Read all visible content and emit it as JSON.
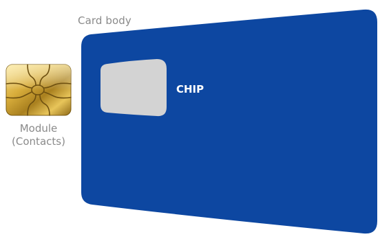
{
  "labels": {
    "card_body": "Card body",
    "module_line1": "Module",
    "module_line2": "(Contacts)",
    "chip": "CHIP"
  },
  "colors": {
    "card_body": "#0d47a1",
    "chip_area": "#d3d3d3",
    "module_gold": "#c9a233",
    "label_gray": "#8a8a8a"
  },
  "icons": {
    "module": "smart-card-contact-module-icon"
  }
}
